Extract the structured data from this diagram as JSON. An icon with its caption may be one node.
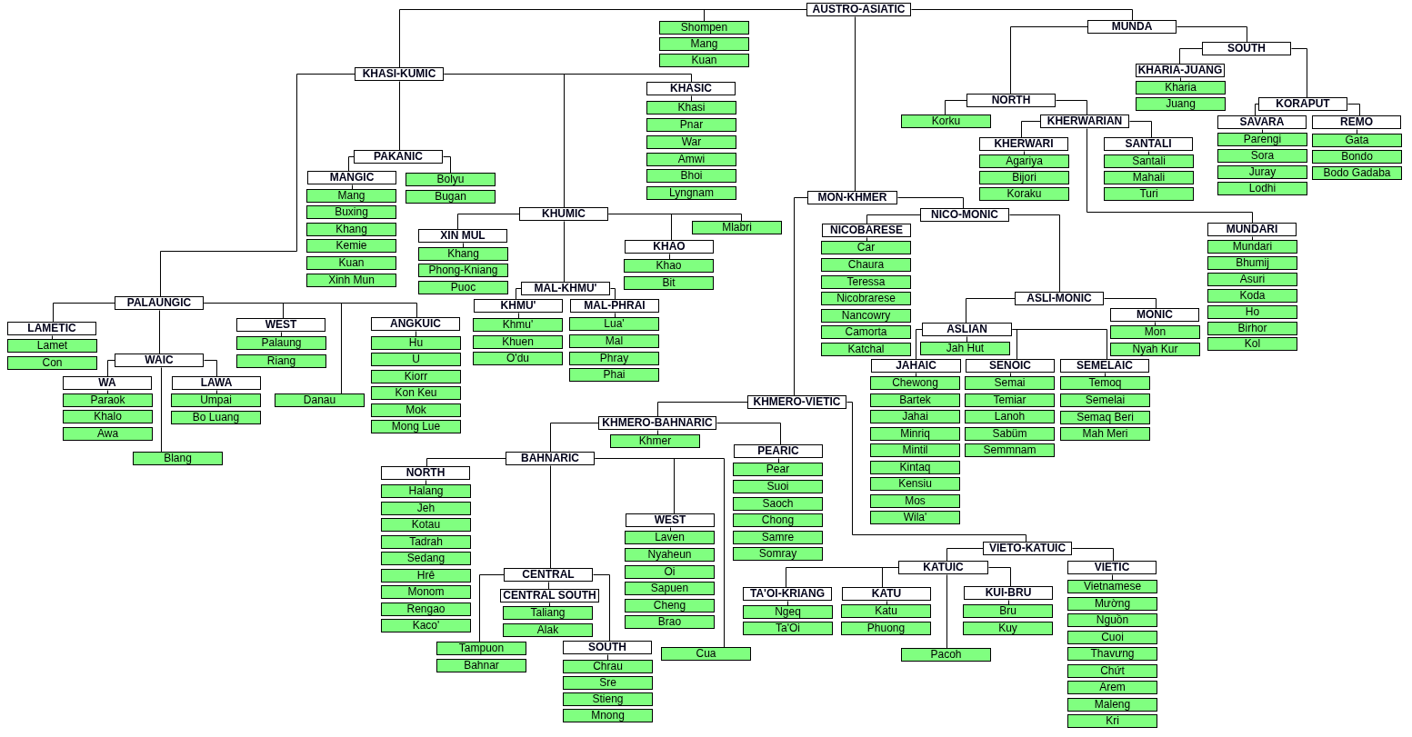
{
  "diagram": {
    "nodes": [
      {
        "text": [
          "AUSTRO-ASIATIC"
        ]
      },
      {
        "text": [
          "Shompen"
        ]
      },
      {
        "text": [
          "Mang"
        ]
      },
      {
        "text": [
          "Kuan"
        ]
      },
      {
        "text": [
          "KHASI-KUMIC"
        ]
      },
      {
        "text": [
          "PALAUNGIC"
        ]
      },
      {
        "text": [
          "LAMETIC"
        ]
      },
      {
        "text": [
          "Lamet"
        ]
      },
      {
        "text": [
          "Con"
        ]
      },
      {
        "text": [
          "WAIC"
        ]
      },
      {
        "text": [
          "WA"
        ]
      },
      {
        "text": [
          "Paraok"
        ]
      },
      {
        "text": [
          "Khalo"
        ]
      },
      {
        "text": [
          "Awa"
        ]
      },
      {
        "text": [
          "LAWA"
        ]
      },
      {
        "text": [
          "Umpai"
        ]
      },
      {
        "text": [
          "Bo Luang"
        ]
      },
      {
        "text": [
          "Blang"
        ]
      },
      {
        "text": [
          "WEST"
        ]
      },
      {
        "text": [
          "Palaung"
        ]
      },
      {
        "text": [
          "Riang"
        ]
      },
      {
        "text": [
          "Danau"
        ]
      },
      {
        "text": [
          "ANGKUIC"
        ]
      },
      {
        "text": [
          "Hu"
        ]
      },
      {
        "text": [
          "U"
        ]
      },
      {
        "text": [
          "Kiorr"
        ]
      },
      {
        "text": [
          "Kon Keu"
        ]
      },
      {
        "text": [
          "Mok"
        ]
      },
      {
        "text": [
          "Mong Lue"
        ]
      },
      {
        "text": [
          "PAKANIC"
        ]
      },
      {
        "text": [
          "MANGIC"
        ]
      },
      {
        "text": [
          "Mang"
        ]
      },
      {
        "text": [
          "Buxing"
        ]
      },
      {
        "text": [
          "Khang"
        ]
      },
      {
        "text": [
          "Kemie"
        ]
      },
      {
        "text": [
          "Kuan"
        ]
      },
      {
        "text": [
          "Xinh Mun"
        ]
      },
      {
        "text": [
          "Bolyu"
        ]
      },
      {
        "text": [
          "Bugan"
        ]
      },
      {
        "text": [
          "KHUMIC"
        ]
      },
      {
        "text": [
          "XIN MUL"
        ]
      },
      {
        "text": [
          "Khang"
        ]
      },
      {
        "text": [
          "Phong-Kniang"
        ]
      },
      {
        "text": [
          "Puoc"
        ]
      },
      {
        "text": [
          "MAL-KHMU'"
        ]
      },
      {
        "text": [
          "KHMU'"
        ]
      },
      {
        "text": [
          "Khmu'"
        ]
      },
      {
        "text": [
          "Khuen"
        ]
      },
      {
        "text": [
          "O'du"
        ]
      },
      {
        "text": [
          "MAL-PHRAI"
        ]
      },
      {
        "text": [
          "Lua'"
        ]
      },
      {
        "text": [
          "Mal"
        ]
      },
      {
        "text": [
          "Phray"
        ]
      },
      {
        "text": [
          "Phai"
        ]
      },
      {
        "text": [
          "KHAO"
        ]
      },
      {
        "text": [
          "Khao"
        ]
      },
      {
        "text": [
          "Bit"
        ]
      },
      {
        "text": [
          "Mlabri"
        ]
      },
      {
        "text": [
          "KHASIC"
        ]
      },
      {
        "text": [
          "Khasi"
        ]
      },
      {
        "text": [
          "Pnar"
        ]
      },
      {
        "text": [
          "War"
        ]
      },
      {
        "text": [
          "Amwi"
        ]
      },
      {
        "text": [
          "Bhoi"
        ]
      },
      {
        "text": [
          "Lyngnam"
        ]
      },
      {
        "text": [
          "MON-KHMER"
        ]
      },
      {
        "text": [
          "KHMERO-VIETIC"
        ]
      },
      {
        "text": [
          "KHMERO-BAHNARIC"
        ]
      },
      {
        "text": [
          "BAHNARIC"
        ]
      },
      {
        "text": [
          "NORTH"
        ]
      },
      {
        "text": [
          "Halang"
        ]
      },
      {
        "text": [
          "Jeh"
        ]
      },
      {
        "text": [
          "Kotau"
        ]
      },
      {
        "text": [
          "Tadrah"
        ]
      },
      {
        "text": [
          "Sedang"
        ]
      },
      {
        "text": [
          "Hrê"
        ]
      },
      {
        "text": [
          "Monom"
        ]
      },
      {
        "text": [
          "Rengao"
        ]
      },
      {
        "text": [
          "Kaco'"
        ]
      },
      {
        "text": [
          "CENTRAL"
        ]
      },
      {
        "text": [
          "CENTRAL SOUTH"
        ]
      },
      {
        "text": [
          "Taliang"
        ]
      },
      {
        "text": [
          "Alak"
        ]
      },
      {
        "text": [
          "Tampuon"
        ]
      },
      {
        "text": [
          "Bahnar"
        ]
      },
      {
        "text": [
          "SOUTH"
        ]
      },
      {
        "text": [
          "Chrau"
        ]
      },
      {
        "text": [
          "Sre"
        ]
      },
      {
        "text": [
          "Stieng"
        ]
      },
      {
        "text": [
          "Mnong"
        ]
      },
      {
        "text": [
          "WEST"
        ]
      },
      {
        "text": [
          "Laven"
        ]
      },
      {
        "text": [
          "Nyaheun"
        ]
      },
      {
        "text": [
          "Oi"
        ]
      },
      {
        "text": [
          "Sapuen"
        ]
      },
      {
        "text": [
          "Cheng"
        ]
      },
      {
        "text": [
          "Brao"
        ]
      },
      {
        "text": [
          "Cua"
        ]
      },
      {
        "text": [
          "Khmer"
        ]
      },
      {
        "text": [
          "PEARIC"
        ]
      },
      {
        "text": [
          "Pear"
        ]
      },
      {
        "text": [
          "Suoi"
        ]
      },
      {
        "text": [
          "Saoch"
        ]
      },
      {
        "text": [
          "Chong"
        ]
      },
      {
        "text": [
          "Samre"
        ]
      },
      {
        "text": [
          "Somray"
        ]
      },
      {
        "text": [
          "VIETO-KATUIC"
        ]
      },
      {
        "text": [
          "KATUIC"
        ]
      },
      {
        "text": [
          "TA'OI-KRIANG"
        ]
      },
      {
        "text": [
          "Ngeq"
        ]
      },
      {
        "text": [
          "Ta'Oi"
        ]
      },
      {
        "text": [
          "KATU"
        ]
      },
      {
        "text": [
          "Katu"
        ]
      },
      {
        "text": [
          "Phuong"
        ]
      },
      {
        "text": [
          "KUI-BRU"
        ]
      },
      {
        "text": [
          "Bru"
        ]
      },
      {
        "text": [
          "Kuy"
        ]
      },
      {
        "text": [
          "Pacoh"
        ]
      },
      {
        "text": [
          "VIETIC"
        ]
      },
      {
        "text": [
          "Vietnamese"
        ]
      },
      {
        "text": [
          "Mường"
        ]
      },
      {
        "text": [
          "Nguồn"
        ]
      },
      {
        "text": [
          "Cuoi"
        ]
      },
      {
        "text": [
          "Thavưng"
        ]
      },
      {
        "text": [
          "Chứt"
        ]
      },
      {
        "text": [
          "Arem"
        ]
      },
      {
        "text": [
          "Maleng"
        ]
      },
      {
        "text": [
          "Kri"
        ]
      },
      {
        "text": [
          "NICO-MONIC"
        ]
      },
      {
        "text": [
          "NICOBARESE"
        ]
      },
      {
        "text": [
          "Car"
        ]
      },
      {
        "text": [
          "Chaura"
        ]
      },
      {
        "text": [
          "Teressa"
        ]
      },
      {
        "text": [
          "Nicobrarese"
        ]
      },
      {
        "text": [
          "Nancowry"
        ]
      },
      {
        "text": [
          "Camorta"
        ]
      },
      {
        "text": [
          "Katchal"
        ]
      },
      {
        "text": [
          "ASLI-MONIC"
        ]
      },
      {
        "text": [
          "ASLIAN"
        ]
      },
      {
        "text": [
          "Jah Hut"
        ]
      },
      {
        "text": [
          "JAHAIC"
        ]
      },
      {
        "text": [
          "Chewong"
        ]
      },
      {
        "text": [
          "Bartek"
        ]
      },
      {
        "text": [
          "Jahai"
        ]
      },
      {
        "text": [
          "Minriq"
        ]
      },
      {
        "text": [
          "Mintil"
        ]
      },
      {
        "text": [
          "Kintaq"
        ]
      },
      {
        "text": [
          "Kensiu"
        ]
      },
      {
        "text": [
          "Mos"
        ]
      },
      {
        "text": [
          "Wila'"
        ]
      },
      {
        "text": [
          "SENOIC"
        ]
      },
      {
        "text": [
          "Semai"
        ]
      },
      {
        "text": [
          "Temiar"
        ]
      },
      {
        "text": [
          "Lanoh"
        ]
      },
      {
        "text": [
          "Sabüm"
        ]
      },
      {
        "text": [
          "Semmnam"
        ]
      },
      {
        "text": [
          "SEMELAIC"
        ]
      },
      {
        "text": [
          "Temoq"
        ]
      },
      {
        "text": [
          "Semelai"
        ]
      },
      {
        "text": [
          "Semaq Beri"
        ]
      },
      {
        "text": [
          "Mah Meri"
        ]
      },
      {
        "text": [
          "MONIC"
        ]
      },
      {
        "text": [
          "Mon"
        ]
      },
      {
        "text": [
          "Nyah Kur"
        ]
      },
      {
        "text": [
          "MUNDA"
        ]
      },
      {
        "text": [
          "NORTH"
        ]
      },
      {
        "text": [
          "Korku"
        ]
      },
      {
        "text": [
          "KHERWARIAN"
        ]
      },
      {
        "text": [
          "KHERWARI"
        ]
      },
      {
        "text": [
          "Agariya"
        ]
      },
      {
        "text": [
          "Bijori"
        ]
      },
      {
        "text": [
          "Koraku"
        ]
      },
      {
        "text": [
          "SANTALI"
        ]
      },
      {
        "text": [
          "Santali"
        ]
      },
      {
        "text": [
          "Mahali"
        ]
      },
      {
        "text": [
          "Turi"
        ]
      },
      {
        "text": [
          "MUNDARI"
        ]
      },
      {
        "text": [
          "Mundari"
        ]
      },
      {
        "text": [
          "Bhumij"
        ]
      },
      {
        "text": [
          "Asuri"
        ]
      },
      {
        "text": [
          "Koda"
        ]
      },
      {
        "text": [
          "Ho"
        ]
      },
      {
        "text": [
          "Birhor"
        ]
      },
      {
        "text": [
          "Kol"
        ]
      },
      {
        "text": [
          "SOUTH"
        ]
      },
      {
        "text": [
          "KHARIA-JUANG"
        ]
      },
      {
        "text": [
          "Kharia"
        ]
      },
      {
        "text": [
          "Juang"
        ]
      },
      {
        "text": [
          "KORAPUT"
        ]
      },
      {
        "text": [
          "SAVARA"
        ]
      },
      {
        "text": [
          "Parengi"
        ]
      },
      {
        "text": [
          "Sora"
        ]
      },
      {
        "text": [
          "Juray"
        ]
      },
      {
        "text": [
          "Lodhi"
        ]
      },
      {
        "text": [
          "REMO"
        ]
      },
      {
        "text": [
          "Gata"
        ]
      },
      {
        "text": [
          "Bondo"
        ]
      },
      {
        "text": [
          "Bodo Gadaba"
        ]
      }
    ],
    "edges": [
      {
        "from": 0,
        "to": 1,
        "arrow": "none"
      },
      {
        "from": 0,
        "to": 4,
        "arrow": "none"
      },
      {
        "from": 0,
        "to": 65,
        "arrow": "none"
      },
      {
        "from": 0,
        "to": 164,
        "arrow": "none"
      },
      {
        "from": 4,
        "to": 5,
        "arrow": "none"
      },
      {
        "from": 4,
        "to": 29,
        "arrow": "none"
      },
      {
        "from": 4,
        "to": 39,
        "arrow": "none"
      },
      {
        "from": 4,
        "to": 58,
        "arrow": "none"
      },
      {
        "from": 5,
        "to": 6,
        "arrow": "none"
      },
      {
        "from": 5,
        "to": 9,
        "arrow": "none"
      },
      {
        "from": 5,
        "to": 18,
        "arrow": "none"
      },
      {
        "from": 5,
        "to": 21,
        "arrow": "none"
      },
      {
        "from": 5,
        "to": 22,
        "arrow": "none"
      },
      {
        "from": 6,
        "to": 7,
        "arrow": "none"
      },
      {
        "from": 9,
        "to": 10,
        "arrow": "none"
      },
      {
        "from": 9,
        "to": 14,
        "arrow": "none"
      },
      {
        "from": 9,
        "to": 17,
        "arrow": "none"
      },
      {
        "from": 10,
        "to": 11,
        "arrow": "none"
      },
      {
        "from": 14,
        "to": 15,
        "arrow": "none"
      },
      {
        "from": 18,
        "to": 19,
        "arrow": "none"
      },
      {
        "from": 22,
        "to": 23,
        "arrow": "none"
      },
      {
        "from": 29,
        "to": 30,
        "arrow": "none"
      },
      {
        "from": 29,
        "to": 37,
        "arrow": "none"
      },
      {
        "from": 30,
        "to": 31,
        "arrow": "none"
      },
      {
        "from": 39,
        "to": 40,
        "arrow": "none"
      },
      {
        "from": 39,
        "to": 44,
        "arrow": "none"
      },
      {
        "from": 39,
        "to": 54,
        "arrow": "none"
      },
      {
        "from": 39,
        "to": 57,
        "arrow": "none"
      },
      {
        "from": 40,
        "to": 41,
        "arrow": "none"
      },
      {
        "from": 44,
        "to": 45,
        "arrow": "none"
      },
      {
        "from": 44,
        "to": 49,
        "arrow": "none"
      },
      {
        "from": 45,
        "to": 46,
        "arrow": "none"
      },
      {
        "from": 49,
        "to": 50,
        "arrow": "none"
      },
      {
        "from": 54,
        "to": 55,
        "arrow": "none"
      },
      {
        "from": 58,
        "to": 59,
        "arrow": "none"
      },
      {
        "from": 65,
        "to": 66,
        "arrow": "none"
      },
      {
        "from": 65,
        "to": 128,
        "arrow": "none"
      },
      {
        "from": 66,
        "to": 67,
        "arrow": "none"
      },
      {
        "from": 66,
        "to": 106,
        "arrow": "none"
      },
      {
        "from": 67,
        "to": 68,
        "arrow": "none"
      },
      {
        "from": 67,
        "to": 98,
        "arrow": "none"
      },
      {
        "from": 67,
        "to": 99,
        "arrow": "none"
      },
      {
        "from": 68,
        "to": 69,
        "arrow": "none"
      },
      {
        "from": 68,
        "to": 79,
        "arrow": "none"
      },
      {
        "from": 68,
        "to": 90,
        "arrow": "none"
      },
      {
        "from": 68,
        "to": 97,
        "arrow": "none"
      },
      {
        "from": 69,
        "to": 70,
        "arrow": "none"
      },
      {
        "from": 79,
        "to": 80,
        "arrow": "none"
      },
      {
        "from": 79,
        "to": 83,
        "arrow": "none"
      },
      {
        "from": 79,
        "to": 85,
        "arrow": "none"
      },
      {
        "from": 80,
        "to": 81,
        "arrow": "none"
      },
      {
        "from": 85,
        "to": 86,
        "arrow": "none"
      },
      {
        "from": 90,
        "to": 91,
        "arrow": "none"
      },
      {
        "from": 99,
        "to": 100,
        "arrow": "none"
      },
      {
        "from": 106,
        "to": 107,
        "arrow": "none"
      },
      {
        "from": 106,
        "to": 118,
        "arrow": "none"
      },
      {
        "from": 107,
        "to": 108,
        "arrow": "none"
      },
      {
        "from": 107,
        "to": 111,
        "arrow": "none"
      },
      {
        "from": 107,
        "to": 114,
        "arrow": "none"
      },
      {
        "from": 107,
        "to": 117,
        "arrow": "none"
      },
      {
        "from": 108,
        "to": 109,
        "arrow": "none"
      },
      {
        "from": 111,
        "to": 112,
        "arrow": "none"
      },
      {
        "from": 114,
        "to": 115,
        "arrow": "none"
      },
      {
        "from": 118,
        "to": 119,
        "arrow": "none"
      },
      {
        "from": 128,
        "to": 129,
        "arrow": "none"
      },
      {
        "from": 128,
        "to": 137,
        "arrow": "none"
      },
      {
        "from": 129,
        "to": 130,
        "arrow": "none"
      },
      {
        "from": 137,
        "to": 138,
        "arrow": "none"
      },
      {
        "from": 137,
        "to": 161,
        "arrow": "none"
      },
      {
        "from": 138,
        "to": 139,
        "arrow": "none"
      },
      {
        "from": 138,
        "to": 140,
        "arrow": "none"
      },
      {
        "from": 138,
        "to": 150,
        "arrow": "none"
      },
      {
        "from": 138,
        "to": 156,
        "arrow": "none"
      },
      {
        "from": 140,
        "to": 141,
        "arrow": "none"
      },
      {
        "from": 150,
        "to": 151,
        "arrow": "none"
      },
      {
        "from": 156,
        "to": 157,
        "arrow": "none"
      },
      {
        "from": 161,
        "to": 162,
        "arrow": "none"
      },
      {
        "from": 164,
        "to": 165,
        "arrow": "none"
      },
      {
        "from": 164,
        "to": 184,
        "arrow": "none"
      },
      {
        "from": 165,
        "to": 166,
        "arrow": "none"
      },
      {
        "from": 165,
        "to": 167,
        "arrow": "none"
      },
      {
        "from": 167,
        "to": 168,
        "arrow": "none"
      },
      {
        "from": 167,
        "to": 172,
        "arrow": "none"
      },
      {
        "from": 167,
        "to": 176,
        "arrow": "none"
      },
      {
        "from": 168,
        "to": 169,
        "arrow": "none"
      },
      {
        "from": 172,
        "to": 173,
        "arrow": "none"
      },
      {
        "from": 176,
        "to": 177,
        "arrow": "none"
      },
      {
        "from": 184,
        "to": 185,
        "arrow": "none"
      },
      {
        "from": 184,
        "to": 188,
        "arrow": "none"
      },
      {
        "from": 185,
        "to": 186,
        "arrow": "none"
      },
      {
        "from": 188,
        "to": 189,
        "arrow": "none"
      },
      {
        "from": 188,
        "to": 194,
        "arrow": "none"
      },
      {
        "from": 189,
        "to": 190,
        "arrow": "none"
      },
      {
        "from": 194,
        "to": 195,
        "arrow": "none"
      }
    ]
  }
}
